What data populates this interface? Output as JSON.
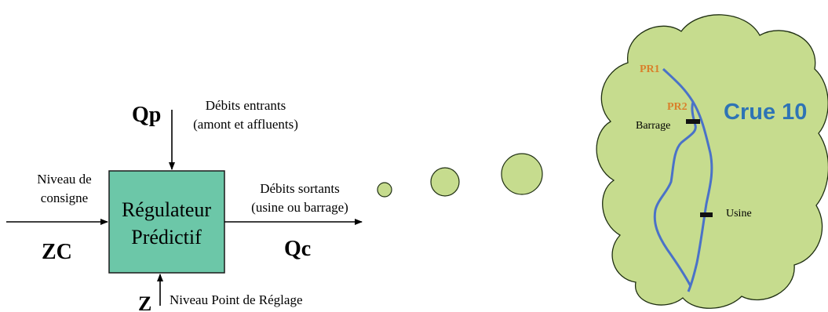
{
  "regulator": {
    "line1": "Régulateur",
    "line2": "Prédictif"
  },
  "qp": {
    "symbol": "Qp",
    "desc1": "Débits entrants",
    "desc2": "(amont et affluents)"
  },
  "zc": {
    "symbol": "ZC",
    "desc1": "Niveau de",
    "desc2": "consigne"
  },
  "qc": {
    "symbol": "Qc",
    "desc1": "Débits sortants",
    "desc2": "(usine ou barrage)"
  },
  "z": {
    "symbol": "Z",
    "desc": "Niveau Point de Réglage"
  },
  "model": {
    "title": "Crue 10",
    "pr1": "PR1",
    "pr2": "PR2",
    "barrage": "Barrage",
    "usine": "Usine"
  },
  "colors": {
    "regulator_fill": "#6cc7a8",
    "cloud_fill": "#c6dc8e",
    "river": "#4a72c8",
    "title": "#2e74b5",
    "pr_label": "#d9802b"
  }
}
